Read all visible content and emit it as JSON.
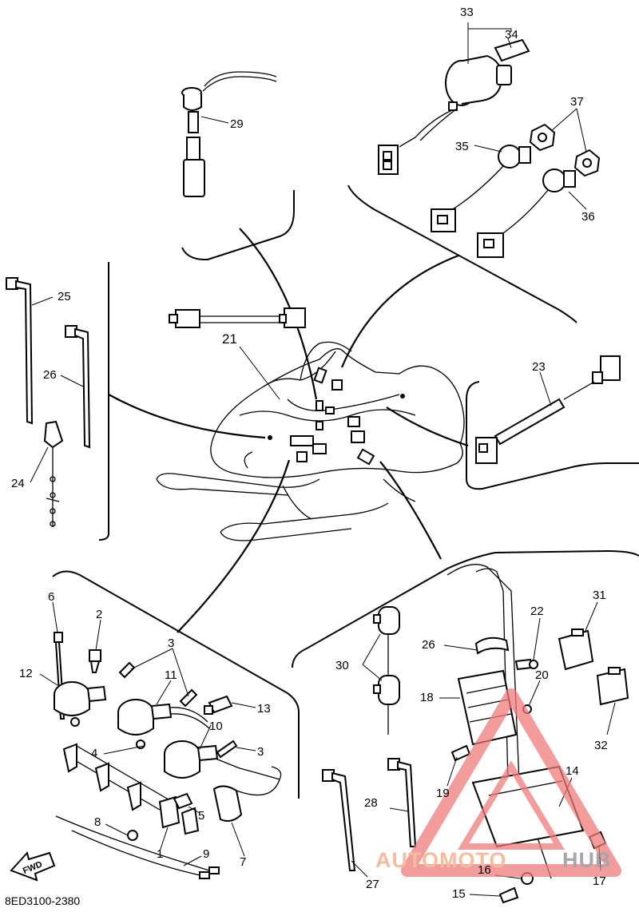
{
  "diagram": {
    "drawing_code": "8ED3100-2380",
    "fwd_label": "FWD",
    "watermark": {
      "left": "AUTOMOTO",
      "right": "HUB",
      "color_left": "#f3a67e",
      "color_right": "#8a8a8a",
      "triangle_color": "#f07b7b"
    },
    "callouts": [
      "1",
      "2",
      "3",
      "3",
      "3",
      "4",
      "5",
      "6",
      "7",
      "8",
      "9",
      "10",
      "11",
      "12",
      "13",
      "14",
      "15",
      "16",
      "17",
      "18",
      "19",
      "20",
      "21",
      "22",
      "23",
      "24",
      "25",
      "26",
      "26",
      "27",
      "28",
      "29",
      "30",
      "31",
      "32",
      "33",
      "34",
      "35",
      "36",
      "37"
    ]
  }
}
